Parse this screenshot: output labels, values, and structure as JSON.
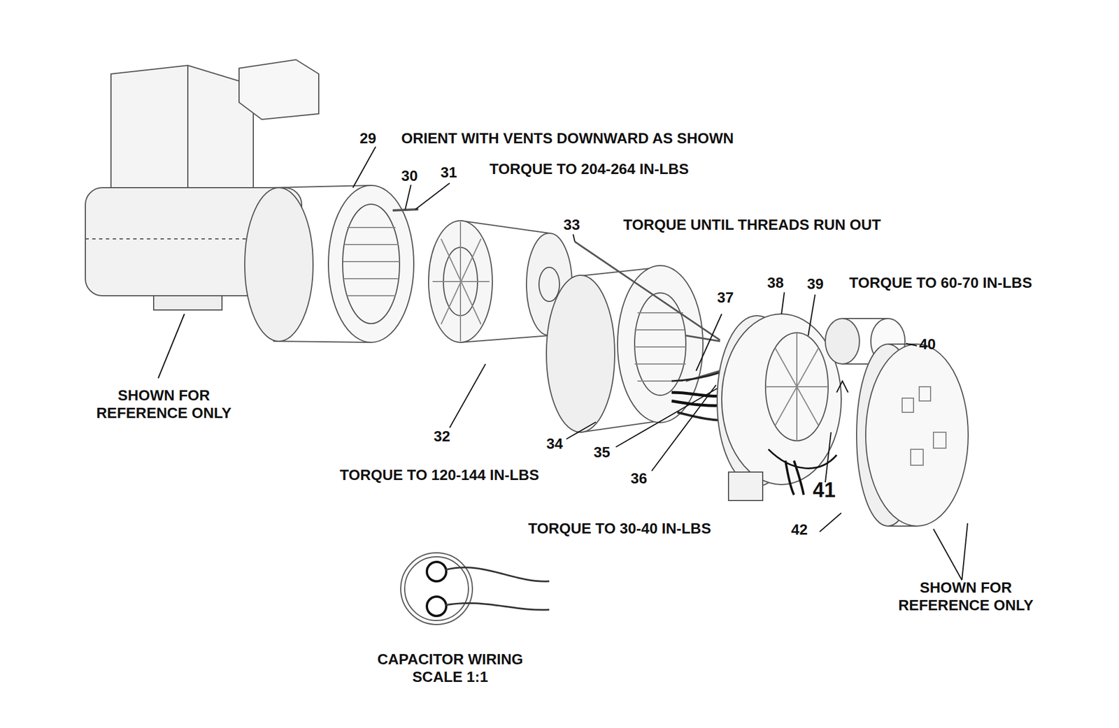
{
  "diagram": {
    "labels": [
      "29",
      "ORIENT WITH VENTS DOWNWARD AS SHOWN",
      "TORQUE TO 204-264 IN-LBS",
      "30",
      "31",
      "33",
      "TORQUE UNTIL THREADS RUN OUT",
      "37",
      "38",
      "39",
      "TORQUE TO 60-70 IN-LBS",
      "40",
      "SHOWN FOR REFERENCE ONLY",
      "32",
      "34",
      "35",
      "36",
      "TORQUE TO 120-144 IN-LBS",
      "41",
      "42",
      "TORQUE TO 30-40 IN-LBS",
      "SHOWN FOR REFERENCE ONLY",
      "CAPACITOR WIRING SCALE 1:1"
    ]
  }
}
